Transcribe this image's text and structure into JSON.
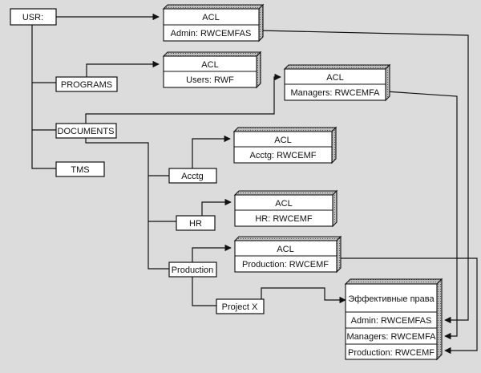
{
  "folders": {
    "usr": "USR:",
    "programs": "PROGRAMS",
    "documents": "DOCUMENTS",
    "tms": "TMS",
    "acctg": "Acctg",
    "hr": "HR",
    "production": "Production",
    "project_x": "Project X"
  },
  "acls": [
    {
      "title": "ACL",
      "entry": "Admin: RWCEMFAS"
    },
    {
      "title": "ACL",
      "entry": "Users: RWF"
    },
    {
      "title": "ACL",
      "entry": "Managers: RWCEMFA"
    },
    {
      "title": "ACL",
      "entry": "Acctg: RWCEMF"
    },
    {
      "title": "ACL",
      "entry": "HR: RWCEMF"
    },
    {
      "title": "ACL",
      "entry": "Production: RWCEMF"
    }
  ],
  "effective": {
    "title": "Эффективные права",
    "entries": [
      "Admin: RWCEMFAS",
      "Managers: RWCEMFA",
      "Production: RWCEMF"
    ]
  }
}
